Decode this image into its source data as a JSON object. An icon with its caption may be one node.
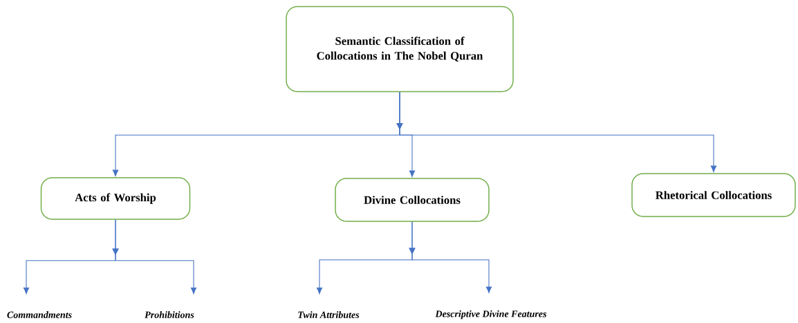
{
  "diagram": {
    "nodes": [
      {
        "text": [
          "Semantic Classification of Collocations in The Nobel Quran"
        ]
      },
      {
        "text": [
          "Acts of Worship"
        ]
      },
      {
        "text": [
          "Divine Collocations"
        ]
      },
      {
        "text": [
          "Rhetorical Collocations"
        ]
      },
      {
        "text": [
          "Commandments"
        ]
      },
      {
        "text": [
          "Prohibitions"
        ]
      },
      {
        "text": [
          "Twin Attributes"
        ]
      },
      {
        "text": [
          "Descriptive Divine Features"
        ]
      }
    ],
    "edges": [
      {
        "from": 0,
        "to": 1,
        "arrow": "to"
      },
      {
        "from": 0,
        "to": 2,
        "arrow": "to"
      },
      {
        "from": 0,
        "to": 3,
        "arrow": "to"
      },
      {
        "from": 1,
        "to": 4,
        "arrow": "to"
      },
      {
        "from": 1,
        "to": 5,
        "arrow": "to"
      },
      {
        "from": 2,
        "to": 6,
        "arrow": "to"
      },
      {
        "from": 2,
        "to": 7,
        "arrow": "to"
      }
    ]
  }
}
